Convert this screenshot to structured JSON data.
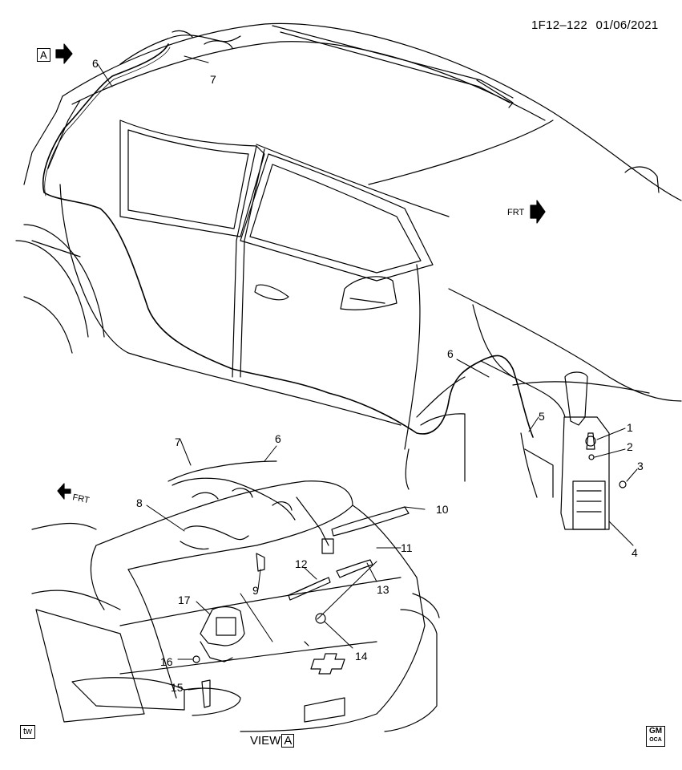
{
  "header": {
    "ref": "1F12–122",
    "date": "01/06/2021"
  },
  "view_marker": {
    "letter": "A"
  },
  "front_arrows": {
    "label": "FRT"
  },
  "callouts": {
    "c1": "1",
    "c2": "2",
    "c3": "3",
    "c4": "4",
    "c5": "5",
    "c6_top": "6",
    "c6_mid": "6",
    "c6_detail": "6",
    "c7_top": "7",
    "c7_detail": "7",
    "c8": "8",
    "c9": "9",
    "c10": "10",
    "c11": "11",
    "c12": "12",
    "c13": "13",
    "c14": "14",
    "c15": "15",
    "c16": "16",
    "c17": "17"
  },
  "footer": {
    "tw": "tw",
    "view_label": "VIEW",
    "view_letter": "A",
    "logo_top": "GM",
    "logo_bottom": "OCA"
  }
}
